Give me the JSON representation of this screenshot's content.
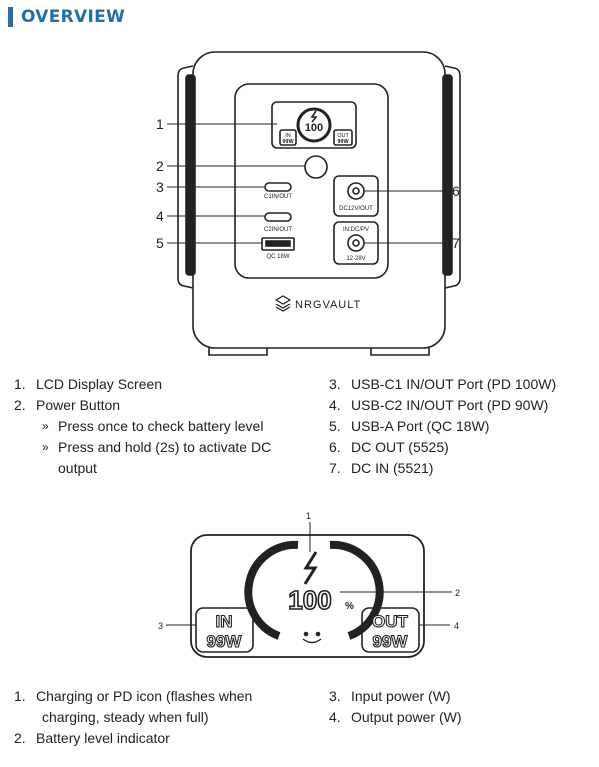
{
  "heading": "OVERVIEW",
  "device": {
    "lcd": {
      "level": "100",
      "percent": "%",
      "in_label": "IN",
      "in_value": "99W",
      "out_label": "OUT",
      "out_value": "99W"
    },
    "port_labels": {
      "c1": "C1IN/OUT",
      "c2": "C2IN/OUT",
      "usb_a": "QC 18W",
      "dc_out": "DC12V/OUT",
      "dc_in_top": "IN:DC/PV",
      "dc_in_bottom": "12-28V"
    },
    "brand": "NRGVAULT",
    "callouts": [
      "1",
      "2",
      "3",
      "4",
      "5",
      "6",
      "7"
    ]
  },
  "parts_left": [
    {
      "num": "1.",
      "text": "LCD Display Screen"
    },
    {
      "num": "2.",
      "text": "Power Button"
    }
  ],
  "power_button_notes": [
    {
      "mark": "»",
      "text": "Press once to check battery level"
    },
    {
      "mark": "»",
      "text": "Press and hold (2s) to activate DC",
      "cont": "output"
    }
  ],
  "parts_right": [
    {
      "num": "3.",
      "text": "USB-C1 IN/OUT Port (PD 100W)"
    },
    {
      "num": "4.",
      "text": "USB-C2 IN/OUT Port (PD 90W)"
    },
    {
      "num": "5.",
      "text": "USB-A Port (QC 18W)"
    },
    {
      "num": "6.",
      "text": "DC OUT (5525)"
    },
    {
      "num": "7.",
      "text": "DC IN (5521)"
    }
  ],
  "display": {
    "level": "100",
    "percent": "%",
    "in_label": "IN",
    "in_value": "99W",
    "out_label": "OUT",
    "out_value": "99W",
    "callouts": [
      "1",
      "2",
      "3",
      "4"
    ]
  },
  "display_left": [
    {
      "num": "1.",
      "text": "Charging or PD icon (flashes when",
      "cont": "charging, steady when full)"
    },
    {
      "num": "2.",
      "text": "Battery level indicator"
    }
  ],
  "display_right": [
    {
      "num": "3.",
      "text": "Input power (W)"
    },
    {
      "num": "4.",
      "text": "Output power (W)"
    }
  ]
}
